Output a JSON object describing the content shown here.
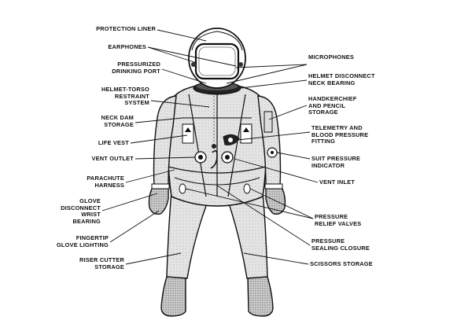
{
  "labels": {
    "protection_liner": "PROTECTION LINER",
    "earphones": "EARPHONES",
    "pressurized_drinking_port": "PRESSURIZED\nDRINKING PORT",
    "helmet_torso_restraint": "HELMET-TORSO\nRESTRAINT\nSYSTEM",
    "neck_dam_storage": "NECK DAM\nSTORAGE",
    "life_vest": "LIFE VEST",
    "vent_outlet": "VENT OUTLET",
    "parachute_harness": "PARACHUTE\nHARNESS",
    "glove_disconnect": "GLOVE\nDISCONNECT\nWRIST\nBEARING",
    "fingertip_glove": "FINGERTIP\nGLOVE LIGHTING",
    "riser_cutter": "RISER CUTTER\nSTORAGE",
    "microphones": "MICROPHONES",
    "helmet_disconnect": "HELMET DISCONNECT\nNECK BEARING",
    "handkerchief": "HANDKERCHIEF\nAND PENCIL\nSTORAGE",
    "telemetry": "TELEMETRY AND\nBLOOD PRESSURE\nFITTING",
    "suit_pressure": "SUIT PRESSURE\nINDICATOR",
    "vent_inlet": "VENT INLET",
    "pressure_relief": "PRESSURE\nRELIEF VALVES",
    "pressure_sealing": "PRESSURE\nSEALING CLOSURE",
    "scissors_storage": "SCISSORS STORAGE"
  }
}
